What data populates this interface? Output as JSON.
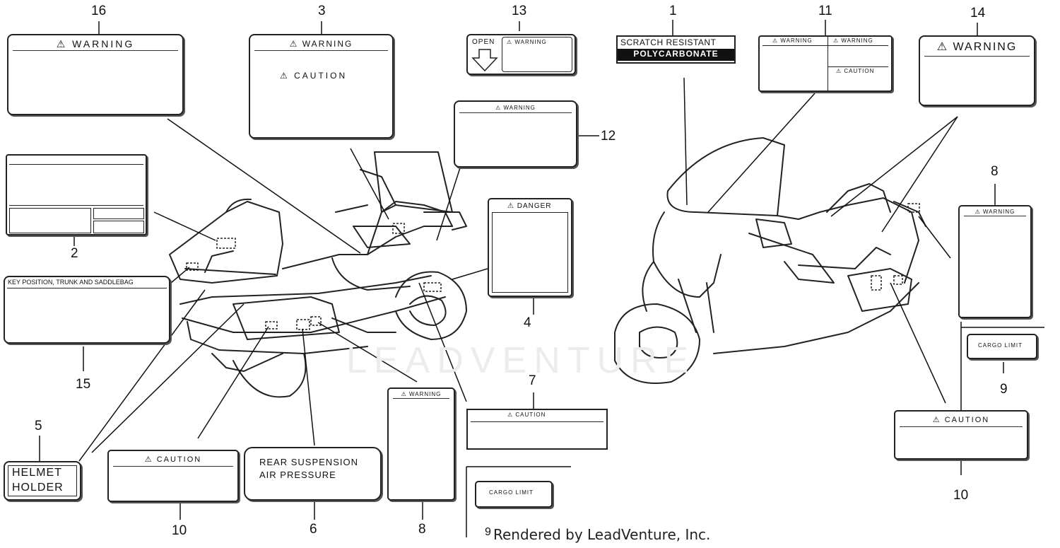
{
  "callouts": [
    "16",
    "3",
    "13",
    "1",
    "11",
    "14",
    "12",
    "2",
    "8",
    "4",
    "15",
    "7",
    "9",
    "5",
    "10",
    "6",
    "8",
    "10",
    "9"
  ],
  "labels": {
    "warning": "WARNING",
    "caution": "CAUTION",
    "danger": "DANGER",
    "open": "OPEN",
    "scratch_line1": "SCRATCH RESISTANT",
    "scratch_line2": "POLYCARBONATE",
    "key_position": "KEY POSITION, TRUNK AND SADDLEBAG",
    "helmet_line1": "HELMET",
    "helmet_line2": "HOLDER",
    "rear_susp_line1": "REAR SUSPENSION",
    "rear_susp_line2": "AIR PRESSURE",
    "cargo_limit": "CARGO LIMIT"
  },
  "watermark": "LEADVENTURE",
  "credit": "Rendered by LeadVenture, Inc."
}
